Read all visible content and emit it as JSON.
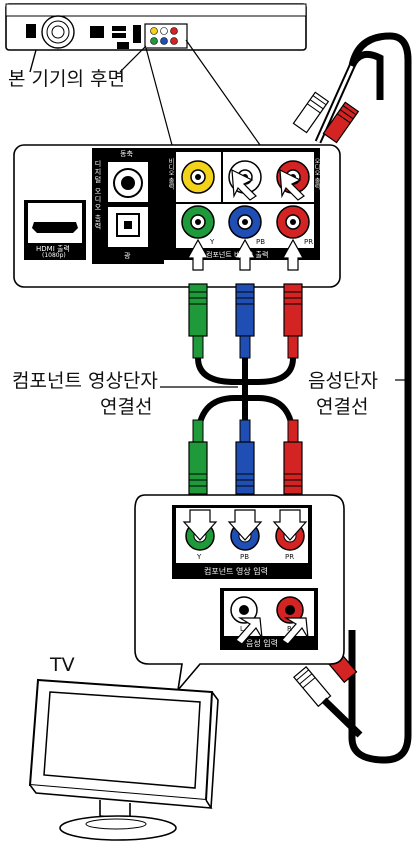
{
  "rear_label": "본 기기의 후면",
  "panel_top": {
    "coax_label": "동축",
    "optical_label": "광",
    "digital_audio_vertical": "디지털 오디오 출력",
    "video_vertical": "비디오 출력",
    "audio_vertical": "오디오 출력",
    "hdmi_label": "HDMI 출력",
    "hdmi_sub": "(1080p)",
    "jack_y": "Y",
    "jack_pb": "PB",
    "jack_pr": "PR",
    "component_out_bar": "컴포넌트 비디오 출력"
  },
  "component_cable_label_1": "컴포넌트 영상단자",
  "component_cable_label_2": "연결선",
  "audio_cable_label_1": "음성단자",
  "audio_cable_label_2": "연결선",
  "panel_tv": {
    "jack_y": "Y",
    "jack_pb": "PB",
    "jack_pr": "PR",
    "component_in_bar": "컴포넌트 영상 입력",
    "audio_l": "L",
    "audio_r": "R",
    "audio_in_bar": "음성 입력"
  },
  "tv_label": "TV",
  "colors": {
    "green": "#1e9a3a",
    "blue": "#1f4fb5",
    "red": "#d42323",
    "yellow": "#f2d21b",
    "white": "#ffffff"
  }
}
